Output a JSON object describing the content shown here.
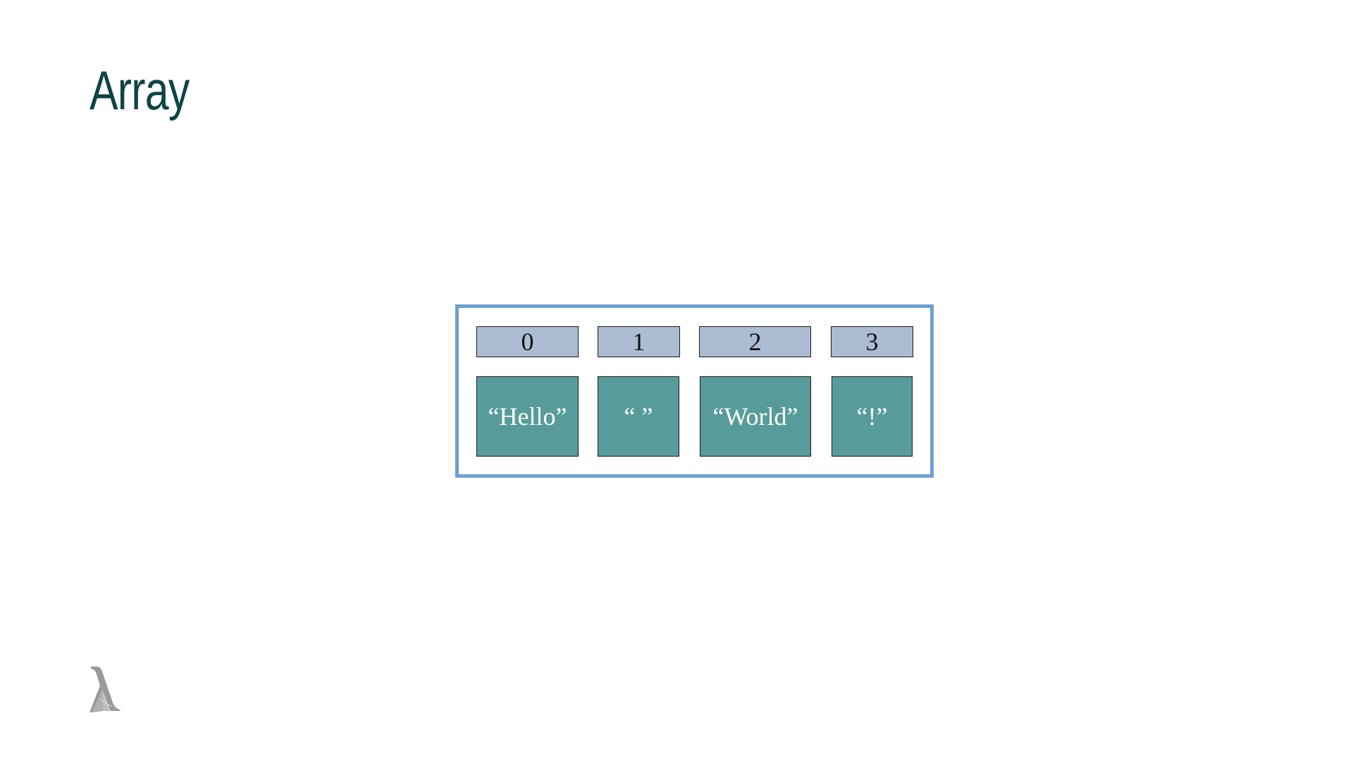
{
  "slide": {
    "title": "Array"
  },
  "array": {
    "frame_color": "#6f9fd3",
    "index_color": "#abbcd3",
    "value_color": "#579c9a",
    "cells": [
      {
        "index": "0",
        "value": "“Hello”"
      },
      {
        "index": "1",
        "value": "“ ”"
      },
      {
        "index": "2",
        "value": "“World”"
      },
      {
        "index": "3",
        "value": "“!”"
      }
    ]
  },
  "logo": {
    "icon": "lambda-logo-icon"
  }
}
